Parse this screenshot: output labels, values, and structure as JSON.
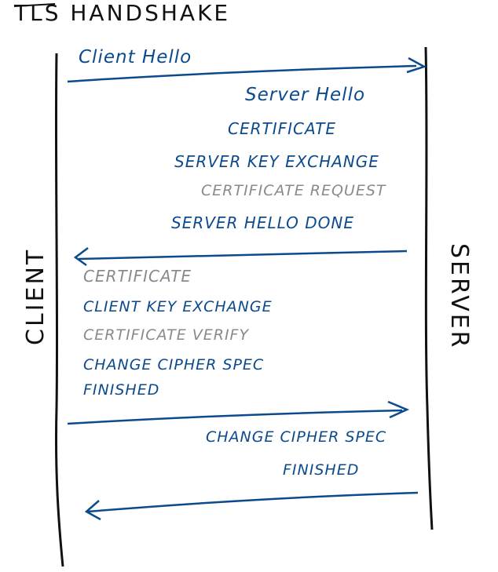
{
  "title": "TLS HANDSHAKE",
  "participants": {
    "client": "CLIENT",
    "server": "SERVER"
  },
  "colors": {
    "required": "#0b4a8c",
    "optional": "#8a8a8a",
    "ink": "#111111"
  },
  "messages": {
    "client_hello": "Client Hello",
    "server_hello": "Server Hello",
    "s_certificate": "CERTIFICATE",
    "server_key_exchange": "SERVER KEY EXCHANGE",
    "certificate_request": "CERTIFICATE REQUEST",
    "server_hello_done": "SERVER HELLO DONE",
    "c_certificate": "CERTIFICATE",
    "client_key_exchange": "CLIENT KEY EXCHANGE",
    "certificate_verify": "CERTIFICATE VERIFY",
    "c_change_cipher_spec": "CHANGE CIPHER SPEC",
    "c_finished": "FINISHED",
    "s_change_cipher_spec": "CHANGE CIPHER SPEC",
    "s_finished": "FINISHED"
  }
}
